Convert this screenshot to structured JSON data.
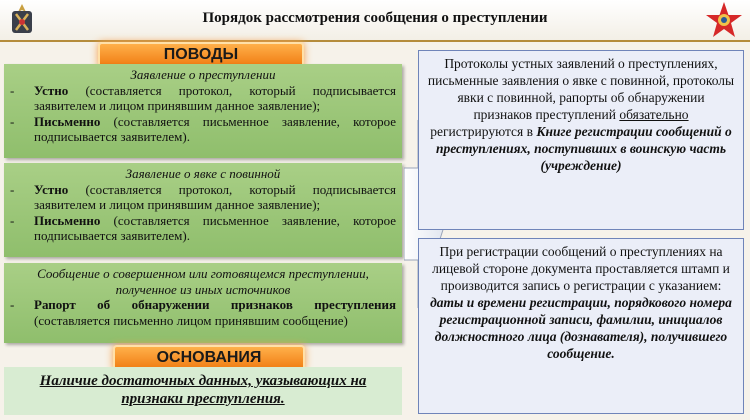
{
  "header": {
    "title": "Порядок рассмотрения сообщения о преступлении"
  },
  "badges": {
    "povody": "ПОВОДЫ",
    "osnovaniya": "ОСНОВАНИЯ"
  },
  "left": {
    "block1": {
      "heading": "Заявление о преступлении",
      "items": [
        {
          "dash": "-",
          "bold": "Устно",
          "text": " (составляется протокол, который подписывается заявителем и лицом принявшим данное заявление);"
        },
        {
          "dash": "-",
          "bold": "Письменно",
          "text": " (составляется письменное заявление, которое подписывается заявителем)."
        }
      ]
    },
    "block2": {
      "heading": "Заявление о явке с повинной",
      "items": [
        {
          "dash": "-",
          "bold": "Устно",
          "text": " (составляется протокол, который подписывается заявителем и лицом принявшим данное заявление);"
        },
        {
          "dash": "-",
          "bold": "Письменно",
          "text": " (составляется письменное заявление, которое подписывается заявителем)."
        }
      ]
    },
    "block3": {
      "heading": "Сообщение о совершенном или готовящемся преступлении, полученное из иных источников",
      "items": [
        {
          "dash": "-",
          "bold": "Рапорт об обнаружении признаков преступления",
          "text": " (составляется письменно лицом принявшим сообщение)"
        }
      ]
    },
    "grounds": "Наличие достаточных данных, указывающих на признаки преступления."
  },
  "right": {
    "box1": {
      "p1": "Протоколы устных заявлений о преступлениях, письменные заявления о явке с повинной, протоколы явки с повинной, рапорты об обнаружении признаков преступлений ",
      "p1_underlined": "обязательно",
      "p2": " регистрируются в ",
      "p2_bold": "Книге регистрации сообщений о преступлениях, поступивших в воинскую часть (учреждение)"
    },
    "box2": {
      "p1": "При регистрации сообщений о преступлениях на лицевой стороне документа проставляется штамп и производится запись о регистрации с указанием: ",
      "p1_bold": "даты и времени регистрации, порядкового номера регистрационной записи, фамилии, инициалов должностного лица (дознавателя), получившего сообщение."
    }
  },
  "colors": {
    "accent": "#f07c12",
    "green": "#97c473",
    "blue_border": "#6f84b9"
  }
}
